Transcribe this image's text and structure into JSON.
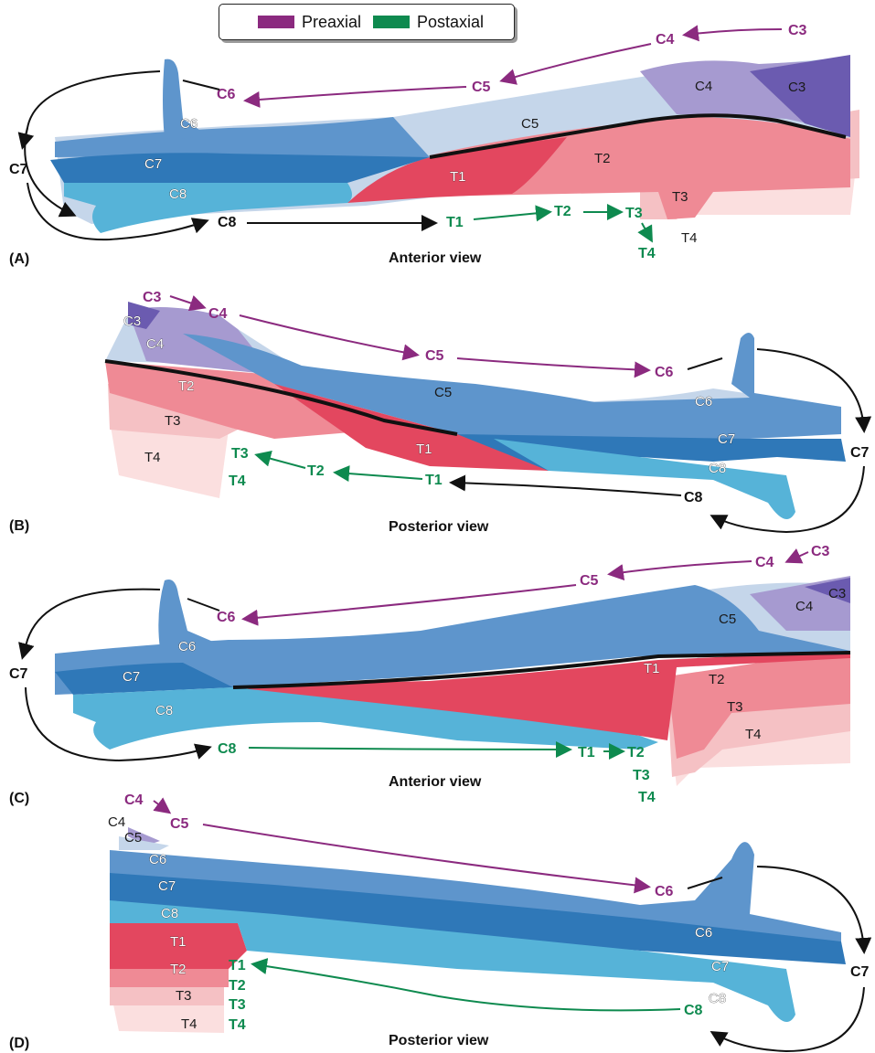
{
  "legend": {
    "preaxial_label": "Preaxial",
    "postaxial_label": "Postaxial",
    "preaxial_color": "#8b2a7f",
    "postaxial_color": "#0e8a4f"
  },
  "colors": {
    "C3": "#6b5bb0",
    "C4": "#a69ad0",
    "C5": "#c5d6ea",
    "C6": "#5e95cc",
    "C7": "#2f78b8",
    "C8": "#56b3d8",
    "T1": "#e3475f",
    "T2": "#ef8a95",
    "T3": "#f5c1c4",
    "T4": "#fbdfdf",
    "boundary_line": "#111111"
  },
  "panels": [
    {
      "letter": "(A)",
      "view": "Anterior view",
      "segment_labels": [
        "C3",
        "C4",
        "C5",
        "T2",
        "C6",
        "C7",
        "C8",
        "T1",
        "T3",
        "T4"
      ],
      "preaxial_path": [
        "C3",
        "C4",
        "C5",
        "C6"
      ],
      "connector": [
        "C7"
      ],
      "postaxial_path": [
        "C8",
        "T1",
        "T2",
        "T3",
        "T4"
      ]
    },
    {
      "letter": "(B)",
      "view": "Posterior view",
      "segment_labels": [
        "C3",
        "C4",
        "T2",
        "C5",
        "T3",
        "T1",
        "T4",
        "C6",
        "C7",
        "C8"
      ],
      "preaxial_path": [
        "C3",
        "C4",
        "C5",
        "C6"
      ],
      "connector": [
        "C7"
      ],
      "postaxial_path": [
        "C8",
        "T1",
        "T2",
        "T3",
        "T4"
      ]
    },
    {
      "letter": "(C)",
      "view": "Anterior view",
      "segment_labels": [
        "C3",
        "C4",
        "C5",
        "T1",
        "T2",
        "T3",
        "T4",
        "C6",
        "C7",
        "C8"
      ],
      "preaxial_path": [
        "C3",
        "C4",
        "C5",
        "C6"
      ],
      "connector": [
        "C7"
      ],
      "postaxial_path": [
        "C8",
        "T1",
        "T2",
        "T3",
        "T4"
      ]
    },
    {
      "letter": "(D)",
      "view": "Posterior view",
      "segment_labels": [
        "C4",
        "C5",
        "C6",
        "C7",
        "C8",
        "T1",
        "T2",
        "T3",
        "T4",
        "C6",
        "C7",
        "C8"
      ],
      "preaxial_path": [
        "C4",
        "C5",
        "C6"
      ],
      "connector": [
        "C7"
      ],
      "postaxial_path": [
        "C8",
        "T1",
        "T2",
        "T3",
        "T4"
      ]
    }
  ]
}
